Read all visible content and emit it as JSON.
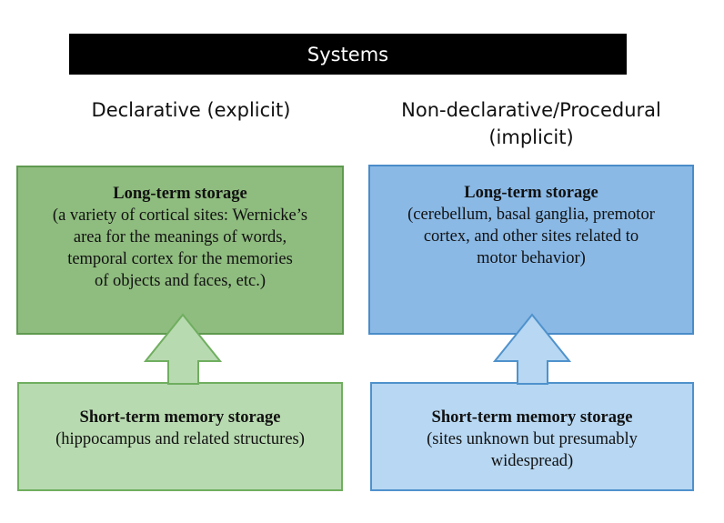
{
  "title": "Systems",
  "columns": {
    "left": {
      "heading": "Declarative (explicit)",
      "long_term": {
        "title": "Long-term storage",
        "lines": [
          "(a variety of cortical sites: Wernicke’s",
          "area for the meanings of words,",
          "temporal cortex for the memories",
          "of objects and faces, etc.)"
        ]
      },
      "short_term": {
        "title": "Short-term memory storage",
        "lines": [
          "(hippocampus and related structures)"
        ]
      }
    },
    "right": {
      "heading_lines": [
        "Non-declarative/Procedural",
        "(implicit)"
      ],
      "long_term": {
        "title": "Long-term storage",
        "lines": [
          "(cerebellum, basal ganglia, premotor",
          "cortex, and other sites related to",
          "motor behavior)"
        ]
      },
      "short_term": {
        "title": "Short-term memory storage",
        "lines": [
          "(sites unknown but presumably",
          "widespread)"
        ]
      }
    }
  },
  "colors": {
    "left_long": "#8fbc7f",
    "left_short": "#b8dab0",
    "right_long": "#8ab9e6",
    "right_short": "#b7d7f2"
  },
  "icons": [
    "up-arrow-icon"
  ]
}
